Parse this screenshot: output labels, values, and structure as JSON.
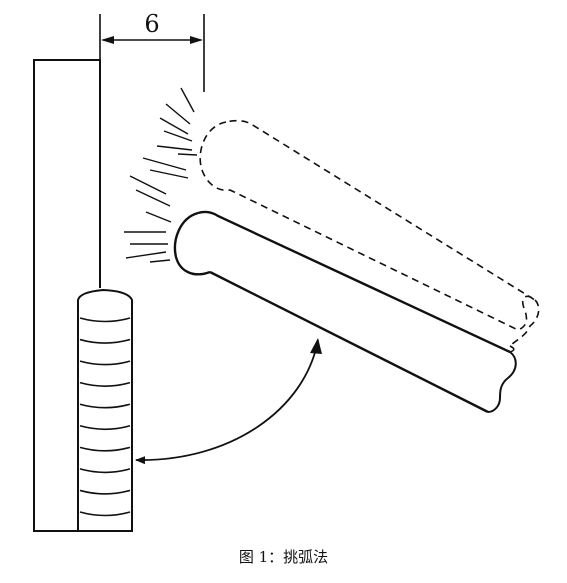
{
  "figure": {
    "caption": "图 1：挑弧法",
    "dimension_label": "6",
    "weld_bead_ridges": 10,
    "stroke_color": "#111111"
  }
}
